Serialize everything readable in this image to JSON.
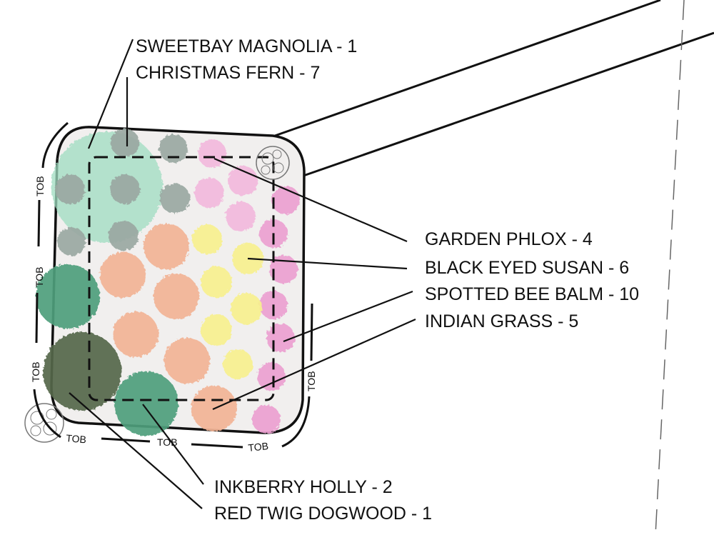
{
  "labels": {
    "sweetbay": "SWEETBAY MAGNOLIA - 1",
    "fern": "CHRISTMAS FERN - 7",
    "phlox": "GARDEN PHLOX - 4",
    "susan": "BLACK EYED SUSAN - 6",
    "beebalm": "SPOTTED BEE BALM - 10",
    "grass": "INDIAN GRASS - 5",
    "inkberry": "INKBERRY HOLLY - 2",
    "dogwood": "RED TWIG DOGWOOD - 1"
  },
  "tob": "TOB",
  "colors": {
    "magnolia": "#9fdcc0",
    "fern": "#9aa8a2",
    "phlox": "#f2b8dc",
    "beebalm": "#ec9fd0",
    "susan": "#f7f08e",
    "grass": "#f2b496",
    "inkberry": "#4f9e7c",
    "dogwood": "#54674a"
  }
}
